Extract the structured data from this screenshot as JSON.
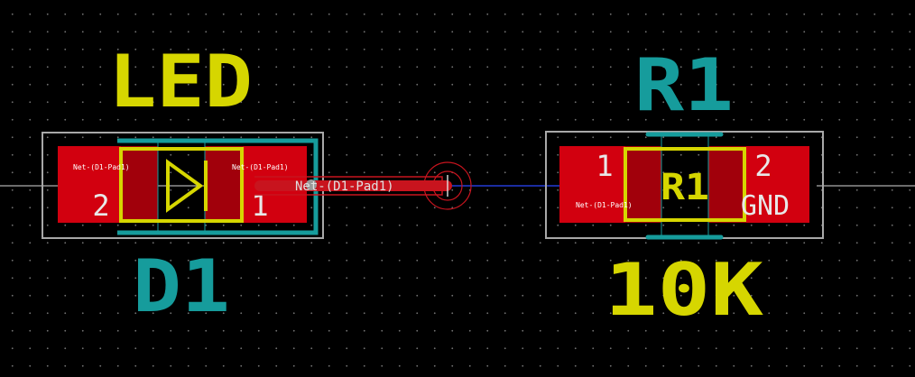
{
  "colors": {
    "background": "#000000",
    "pad_red": "#d2000f",
    "courtyard_gray": "#a8a8a8",
    "silk_yellow": "#d6d600",
    "fab_teal": "#169c9c",
    "track_red": "#c8141e",
    "ratsnest_blue": "#2a46ff"
  },
  "d1": {
    "value": "LED",
    "reference": "D1",
    "pad2": {
      "number": "2",
      "net": "Net-(D1-Pad1)"
    },
    "pad1": {
      "number": "1",
      "net": "Net-(D1-Pad1)"
    }
  },
  "track": {
    "net": "Net-(D1-Pad1)"
  },
  "r1": {
    "reference": "R1",
    "silk_reference": "R1",
    "value": "10K",
    "pad1": {
      "number": "1",
      "net": "Net-(D1-Pad1)"
    },
    "pad2": {
      "number": "2",
      "net": "GND"
    }
  }
}
